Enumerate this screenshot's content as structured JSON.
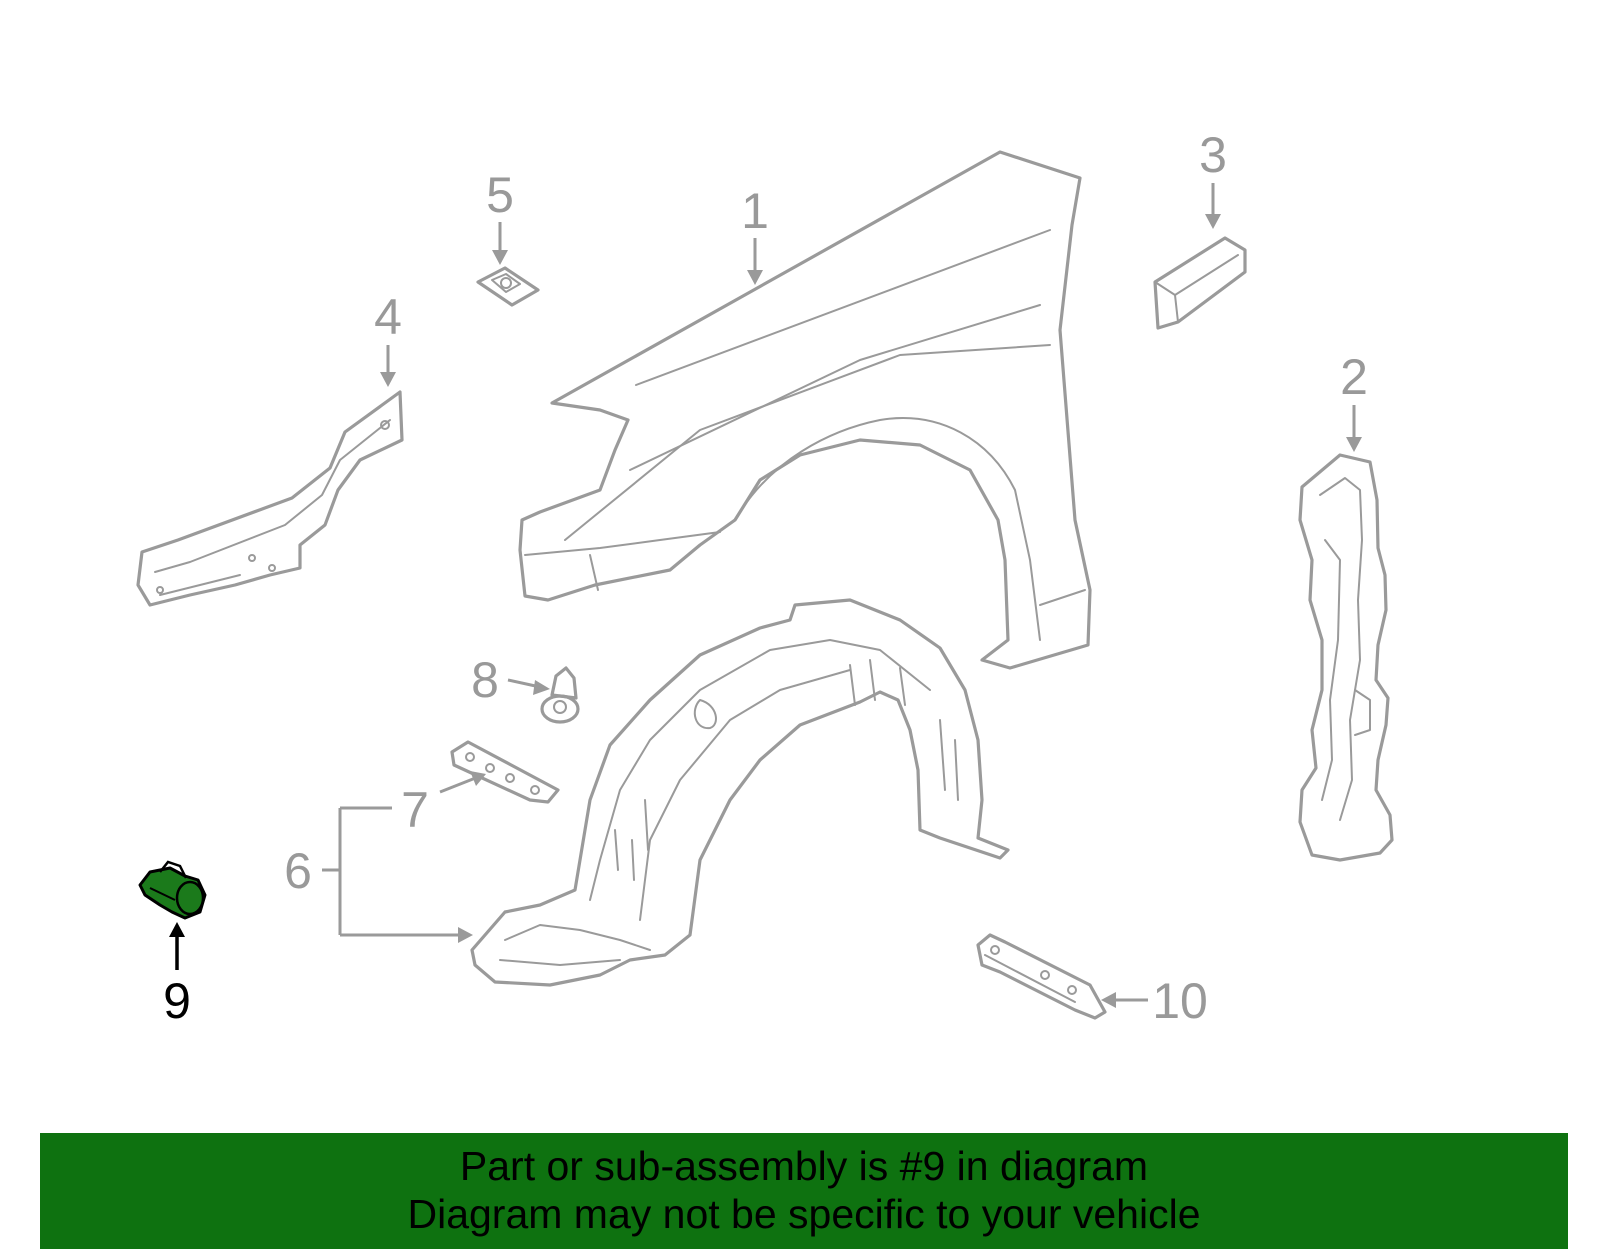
{
  "diagram": {
    "callouts": [
      {
        "id": "1",
        "label": "1"
      },
      {
        "id": "2",
        "label": "2"
      },
      {
        "id": "3",
        "label": "3"
      },
      {
        "id": "4",
        "label": "4"
      },
      {
        "id": "5",
        "label": "5"
      },
      {
        "id": "6",
        "label": "6"
      },
      {
        "id": "7",
        "label": "7"
      },
      {
        "id": "8",
        "label": "8"
      },
      {
        "id": "9",
        "label": "9",
        "highlighted": true
      },
      {
        "id": "10",
        "label": "10"
      }
    ],
    "highlight_color": "#0e7210",
    "line_color": "#9a9a9a"
  },
  "banner": {
    "line1": "Part or sub-assembly is #9 in diagram",
    "line2": "Diagram may not be specific to your vehicle",
    "background": "#0e7210"
  }
}
